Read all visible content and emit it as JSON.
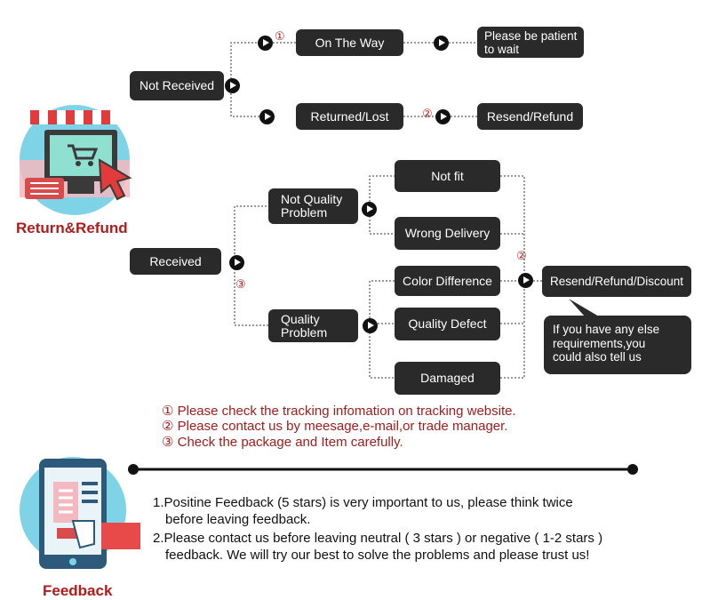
{
  "section_return": {
    "title": "Return&Refund",
    "not_received": {
      "label": "Not Received",
      "on_the_way": "On The Way",
      "patient_line1": "Please be patient",
      "patient_line2": "to wait",
      "returned_lost": "Returned/Lost",
      "resend_refund": "Resend/Refund",
      "marker1": "①",
      "marker2": "②"
    },
    "received": {
      "label": "Received",
      "not_quality_line1": "Not Quality",
      "not_quality_line2": "Problem",
      "quality_line1": "Quality",
      "quality_line2": "Problem",
      "not_fit": "Not fit",
      "wrong_delivery": "Wrong Delivery",
      "color_difference": "Color Difference",
      "quality_defect": "Quality Defect",
      "damaged": "Damaged",
      "resend_refund_discount": "Resend/Refund/Discount",
      "marker2": "②",
      "marker3": "③",
      "bubble_line1": "If you have any else",
      "bubble_line2": "requirements,you",
      "bubble_line3": "could also tell us"
    },
    "notes": [
      "① Please check the tracking infomation on tracking website.",
      "② Please contact us by meesage,e-mail,or trade manager.",
      "③ Check the package and Item carefully."
    ]
  },
  "section_feedback": {
    "title": "Feedback",
    "line1": "1.Positine Feedback (5 stars) is very important to us, please think twice",
    "line1b": "before leaving feedback.",
    "line2": "2.Please contact us before leaving neutral ( 3 stars ) or negative ( 1-2 stars )",
    "line2b": "feedback. We will try our best to solve the problems and please trust us!"
  },
  "colors": {
    "box": "#2a2a2a",
    "accent_red": "#b01c1c",
    "circle_blue": "#7ed3e6",
    "pink": "#f3b9c0"
  }
}
